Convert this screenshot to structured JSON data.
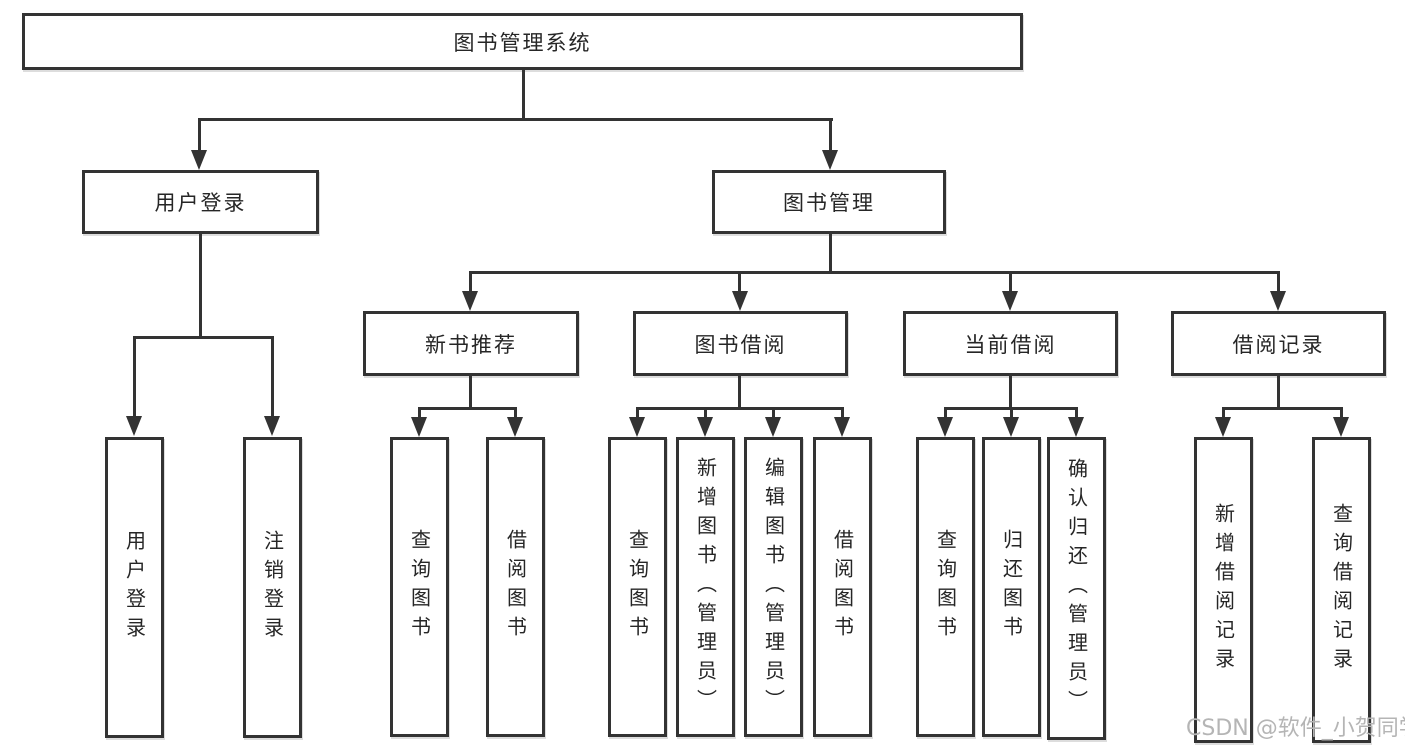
{
  "tree": {
    "root": "图书管理系统",
    "branches": [
      {
        "label": "用户登录",
        "children": [
          "用户登录",
          "注销登录"
        ]
      },
      {
        "label": "图书管理",
        "groups": [
          {
            "label": "新书推荐",
            "children": [
              "查询图书",
              "借阅图书"
            ]
          },
          {
            "label": "图书借阅",
            "children": [
              "查询图书",
              "新增图书（管理员）",
              "编辑图书（管理员）",
              "借阅图书"
            ]
          },
          {
            "label": "当前借阅",
            "children": [
              "查询图书",
              "归还图书",
              "确认归还（管理员）"
            ]
          },
          {
            "label": "借阅记录",
            "children": [
              "新增借阅记录",
              "查询借阅记录"
            ]
          }
        ]
      }
    ]
  },
  "watermark": "CSDN @软件_小贺同学",
  "colors": {
    "line": "#333333",
    "text": "#262626",
    "watermark": "#b5b5b5",
    "background": "#ffffff"
  }
}
